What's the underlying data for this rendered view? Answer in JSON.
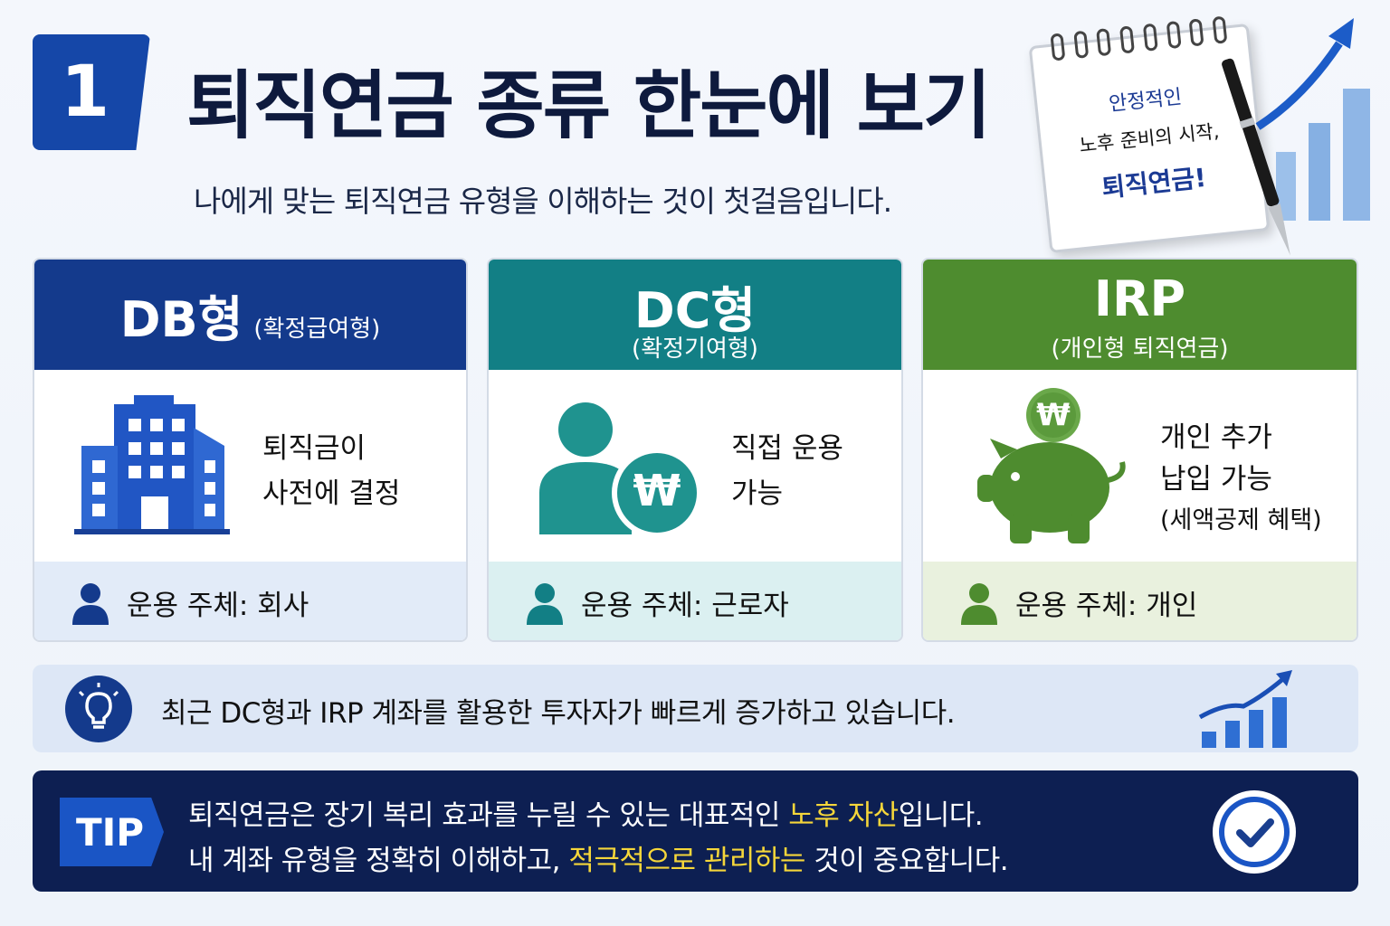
{
  "header": {
    "number": "1",
    "title": "퇴직연금 종류 한눈에 보기",
    "subtitle": "나에게 맞는 퇴직연금 유형을 이해하는 것이 첫걸음입니다."
  },
  "notepad": {
    "line1": "안정적인",
    "line2": "노후 준비의 시작,",
    "line3": "퇴직연금!"
  },
  "cards": [
    {
      "title": "DB형",
      "subtitle": "(확정급여형)",
      "desc_line1": "퇴직금이",
      "desc_line2": "사전에 결정",
      "desc_line3": "",
      "manager": "운용 주체: 회사",
      "icon": "building-icon",
      "color": "#143a8c"
    },
    {
      "title": "DC형",
      "subtitle": "(확정기여형)",
      "desc_line1": "직접 운용",
      "desc_line2": "가능",
      "desc_line3": "",
      "manager": "운용 주체: 근로자",
      "icon": "person-won-icon",
      "color": "#127f85"
    },
    {
      "title": "IRP",
      "subtitle": "(개인형 퇴직연금)",
      "desc_line1": "개인 추가",
      "desc_line2": "납입 가능",
      "desc_line3": "(세액공제 혜택)",
      "manager": "운용 주체: 개인",
      "icon": "piggy-bank-icon",
      "color": "#4e8c2f"
    }
  ],
  "won_symbol": "₩",
  "trend": {
    "text": "최근 DC형과 IRP 계좌를 활용한 투자자가 빠르게 증가하고 있습니다.",
    "icon": "lightbulb-icon"
  },
  "tip": {
    "tag": "TIP",
    "line1_a": "퇴직연금은 장기 복리 효과를 누릴 수 있는 대표적인 ",
    "line1_hl": "노후 자산",
    "line1_b": "입니다.",
    "line2_a": "내 계좌 유형을 정확히 이해하고, ",
    "line2_hl": "적극적으로 관리하는",
    "line2_b": " 것이 중요합니다.",
    "highlight_color": "#f5d63a",
    "icon": "check-circle-icon"
  }
}
